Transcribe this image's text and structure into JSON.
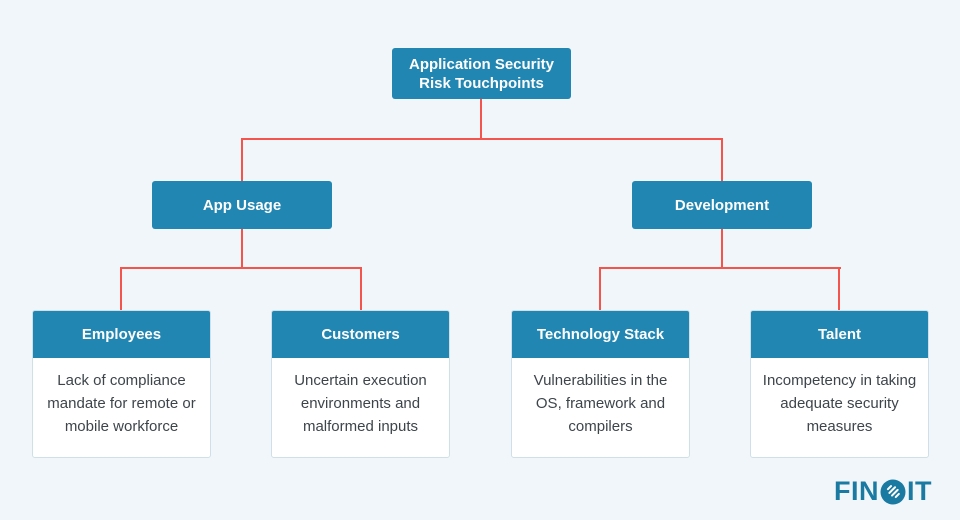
{
  "colors": {
    "accent": "#2186b2",
    "connector": "#f4544c",
    "background": "#f1f6fa",
    "leaf_border": "#cfe0e8",
    "body_text": "#3d454b",
    "logo_color": "#1a7aa1"
  },
  "diagram": {
    "root": {
      "label": "Application Security Risk Touchpoints"
    },
    "branches": [
      {
        "label": "App Usage"
      },
      {
        "label": "Development"
      }
    ],
    "leaves": [
      {
        "title": "Employees",
        "description": "Lack of compliance mandate for remote or mobile workforce",
        "parent": "App Usage"
      },
      {
        "title": "Customers",
        "description": "Uncertain execution environments and malformed inputs",
        "parent": "App Usage"
      },
      {
        "title": "Technology Stack",
        "description": "Vulnerabilities in the OS, framework and compilers",
        "parent": "Development"
      },
      {
        "title": "Talent",
        "description": "Incompetency in taking adequate security measures",
        "parent": "Development"
      }
    ]
  },
  "logo": {
    "text_left": "FIN",
    "text_right": "IT",
    "o_icon": "striped-circle-icon"
  }
}
